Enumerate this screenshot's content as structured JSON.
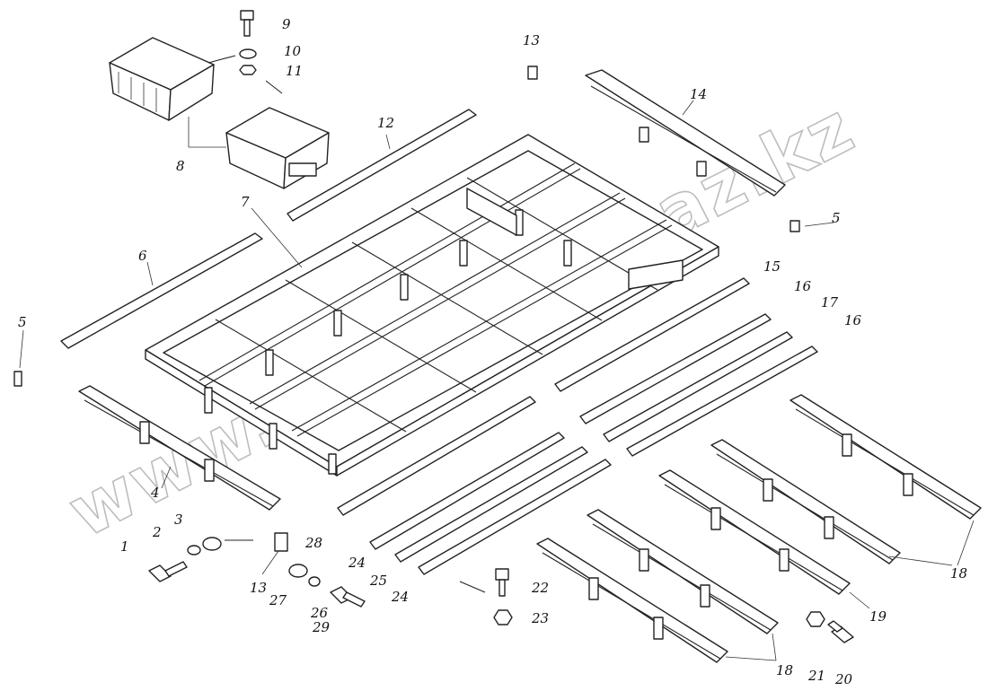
{
  "diagram": {
    "watermark": "www.shinomontaz.kz"
  },
  "callouts": {
    "c1": "1",
    "c2": "2",
    "c3": "3",
    "c4": "4",
    "c5a": "5",
    "c5b": "5",
    "c6": "6",
    "c7": "7",
    "c8": "8",
    "c9": "9",
    "c10": "10",
    "c11": "11",
    "c12": "12",
    "c13a": "13",
    "c13b": "13",
    "c14": "14",
    "c15": "15",
    "c16a": "16",
    "c16b": "16",
    "c17": "17",
    "c18a": "18",
    "c18b": "18",
    "c19": "19",
    "c20": "20",
    "c21": "21",
    "c22": "22",
    "c23": "23",
    "c24a": "24",
    "c24b": "24",
    "c25": "25",
    "c26": "26",
    "c27": "27",
    "c28": "28",
    "c29": "29"
  }
}
